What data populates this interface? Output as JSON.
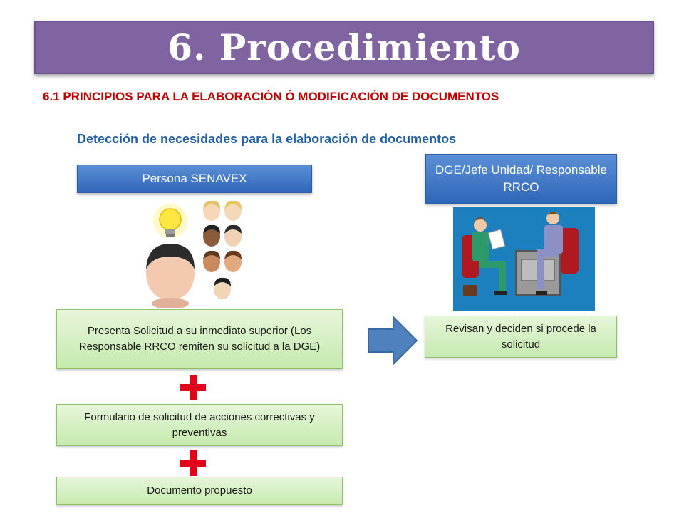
{
  "title": "6. Procedimiento",
  "section_heading": "6.1 PRINCIPIOS PARA LA ELABORACIÓN Ó MODIFICACIÓN DE DOCUMENTOS",
  "sub_heading": "Detección de necesidades para la elaboración de documentos",
  "roles": {
    "left": "Persona SENAVEX",
    "right": "DGE/Jefe Unidad/ Responsable RRCO"
  },
  "steps": [
    "Presenta Solicitud a su inmediato superior (Los Responsable RRCO remiten su solicitud a la DGE)",
    "Formulario de solicitud de acciones correctivas y preventivas",
    "Documento propuesto",
    "Revisan y deciden si procede la solicitud"
  ],
  "icons": {
    "idea_people": "lightbulb-head-icon",
    "meeting": "meeting-illustration-icon",
    "arrow": "right-arrow-icon",
    "plus": "plus-icon"
  },
  "colors": {
    "title_bg": "#8064a2",
    "heading_red": "#c00000",
    "subheading_blue": "#1f5fa6",
    "role_blue": "#4a7fc9",
    "step_green": "#d4efc2",
    "plus_red": "#e3001b",
    "arrow_blue": "#4f81bd"
  }
}
